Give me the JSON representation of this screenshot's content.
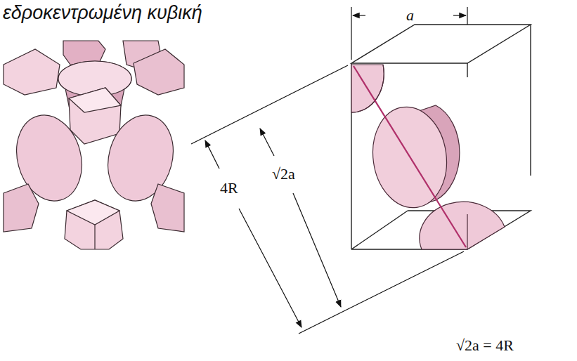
{
  "diagram": {
    "title": "εδροκεντρωμένη κυβική",
    "labels": [
      "a",
      "4R",
      "√2a",
      "√2a = 4R"
    ]
  }
}
